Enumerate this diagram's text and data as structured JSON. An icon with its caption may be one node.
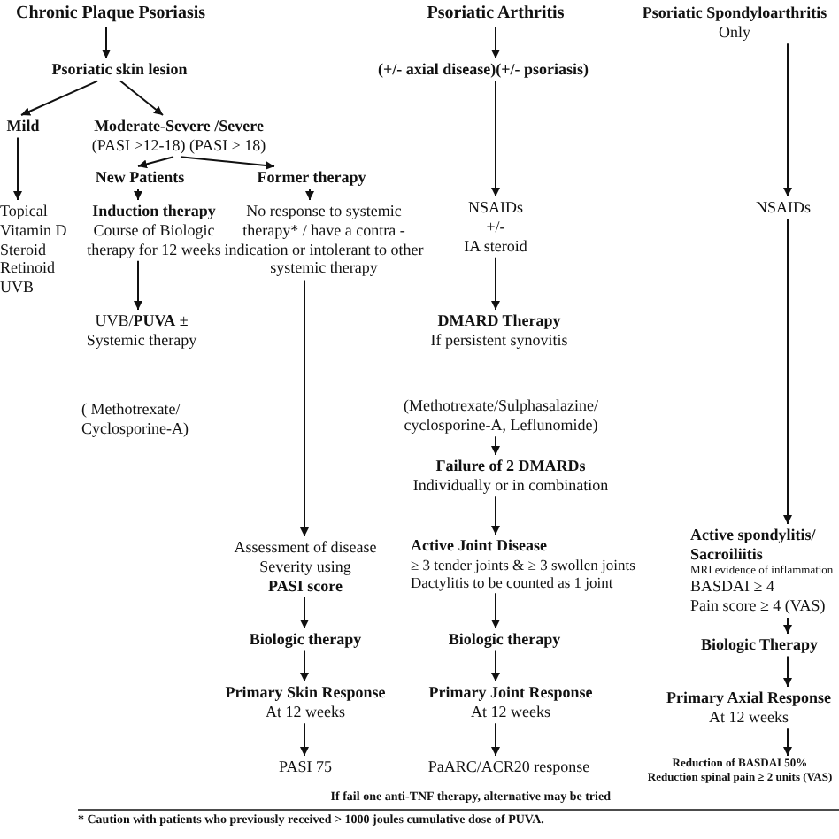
{
  "diagram": {
    "nodes": [
      {
        "text": [
          "Chronic Plaque Psoriasis"
        ]
      },
      {
        "text": [
          "Psoriatic skin lesion"
        ]
      },
      {
        "text": [
          "Mild"
        ]
      },
      {
        "text": [
          "Moderate-Severe /Severe",
          "(PASI ≥12-18)  (PASI ≥ 18)"
        ]
      },
      {
        "text": [
          "New Patients"
        ]
      },
      {
        "text": [
          "Former therapy"
        ]
      },
      {
        "text": [
          "Topical Vitamin D Steroid Retinoid UVB"
        ]
      },
      {
        "text": [
          "Induction therapy",
          "Course of Biologic therapy for 12 weeks"
        ]
      },
      {
        "text": [
          "No response to systemic therapy* / have a contra -indication or intolerant to other systemic therapy"
        ]
      },
      {
        "text": [
          "UVB/**PUVA** ± Systemic therapy"
        ]
      },
      {
        "text": [
          "Assessment of disease Severity using",
          "PASI score"
        ]
      },
      {
        "text": [
          "Biologic therapy"
        ]
      },
      {
        "text": [
          "Primary Skin Response",
          "At 12 weeks"
        ]
      },
      {
        "text": [
          "PASI 75"
        ]
      },
      {
        "text": [
          "Psoriatic Arthritis"
        ]
      },
      {
        "text": [
          "(+/- axial disease)(+/- psoriasis)"
        ]
      },
      {
        "text": [
          "NSAIDs",
          "+/-",
          "IA steroid"
        ]
      },
      {
        "text": [
          "DMARD Therapy",
          "If persistent synovitis"
        ]
      },
      {
        "text": [
          "(Methotrexate/Sulphasalazine/ cyclosporine-A, Leflunomide)"
        ]
      },
      {
        "text": [
          "Failure of 2 DMARDs",
          "Individually or in combination"
        ]
      },
      {
        "text": [
          "Active Joint Disease",
          "≥ 3 tender joints & ≥ 3 swollen joints",
          "Dactylitis to be counted as 1 joint"
        ]
      },
      {
        "text": [
          "Biologic therapy"
        ]
      },
      {
        "text": [
          "Primary Joint Response",
          "At 12 weeks"
        ]
      },
      {
        "text": [
          "PaARC/ACR20 response"
        ]
      },
      {
        "text": [
          "Psoriatic Spondyloarthritis",
          "Only"
        ]
      },
      {
        "text": [
          "NSAIDs"
        ]
      },
      {
        "text": [
          "Active spondylitis/ Sacroiliitis",
          "MRI evidence of inflammation",
          "BASDAI ≥ 4",
          "Pain score ≥ 4 (VAS)"
        ]
      },
      {
        "text": [
          "Biologic Therapy"
        ]
      },
      {
        "text": [
          "Primary Axial Response",
          "At 12 weeks"
        ]
      },
      {
        "text": [
          "Reduction of BASDAI 50%",
          "Reduction spinal pain ≥ 2 units (VAS)"
        ]
      }
    ],
    "edges": [
      {
        "from": 0,
        "to": 1,
        "arrow": "to"
      },
      {
        "from": 1,
        "to": 2,
        "arrow": "to"
      },
      {
        "from": 1,
        "to": 3,
        "arrow": "to"
      },
      {
        "from": 3,
        "to": 4,
        "arrow": "to"
      },
      {
        "from": 3,
        "to": 5,
        "arrow": "to"
      },
      {
        "from": 2,
        "to": 6,
        "arrow": "to"
      },
      {
        "from": 4,
        "to": 7,
        "arrow": "to"
      },
      {
        "from": 5,
        "to": 8,
        "arrow": "to"
      },
      {
        "from": 7,
        "to": 9,
        "arrow": "to"
      },
      {
        "from": 8,
        "to": 10,
        "arrow": "to"
      },
      {
        "from": 10,
        "to": 11,
        "arrow": "to"
      },
      {
        "from": 11,
        "to": 12,
        "arrow": "to"
      },
      {
        "from": 12,
        "to": 13,
        "arrow": "to"
      },
      {
        "from": 14,
        "to": 15,
        "arrow": "to"
      },
      {
        "from": 15,
        "to": 16,
        "arrow": "to"
      },
      {
        "from": 16,
        "to": 17,
        "arrow": "to"
      },
      {
        "from": 18,
        "to": 19,
        "arrow": "to"
      },
      {
        "from": 19,
        "to": 20,
        "arrow": "to"
      },
      {
        "from": 20,
        "to": 21,
        "arrow": "to"
      },
      {
        "from": 21,
        "to": 22,
        "arrow": "to"
      },
      {
        "from": 22,
        "to": 23,
        "arrow": "to"
      },
      {
        "from": 24,
        "to": 25,
        "arrow": "to"
      },
      {
        "from": 25,
        "to": 26,
        "arrow": "to"
      },
      {
        "from": 26,
        "to": 27,
        "arrow": "to"
      },
      {
        "from": 27,
        "to": 28,
        "arrow": "to"
      },
      {
        "from": 28,
        "to": 29,
        "arrow": "to"
      }
    ],
    "labels": [
      "( Methotrexate/ Cyclosporine-A)",
      "If fail one anti-TNF therapy, alternative may be tried",
      "* Caution with patients who previously received > 1000 joules cumulative dose of PUVA."
    ]
  }
}
